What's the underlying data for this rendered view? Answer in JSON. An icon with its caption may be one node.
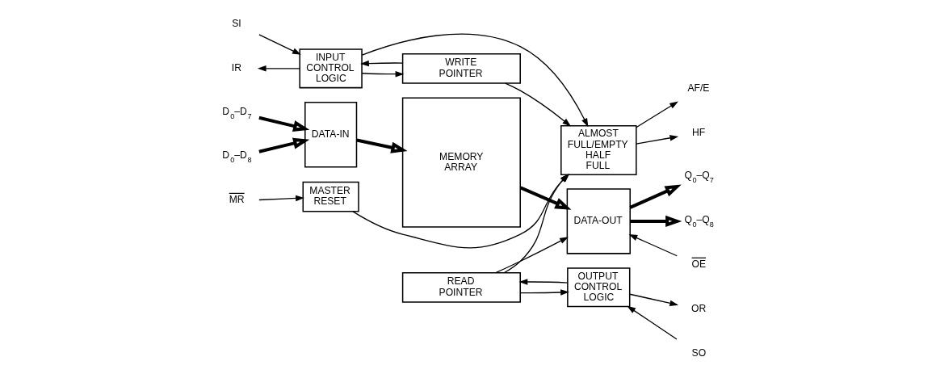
{
  "diagram": {
    "nodes": [
      {
        "text": [
          "SI"
        ]
      },
      {
        "text": [
          "IR"
        ]
      },
      {
        "text": [
          "INPUT CONTROL LOGIC"
        ]
      },
      {
        "text": [
          "D$_{0}$–D$_{7}$"
        ]
      },
      {
        "text": [
          "D$_{0}$–D$_{8}$"
        ]
      },
      {
        "text": [
          "DATA-IN"
        ]
      },
      {
        "text": [
          "MR"
        ]
      },
      {
        "text": [
          "MASTER RESET"
        ]
      },
      {
        "text": [
          "WRITE POINTER"
        ]
      },
      {
        "text": [
          "MEMORY ARRAY"
        ]
      },
      {
        "text": [
          "READ POINTER"
        ]
      },
      {
        "text": [
          "ALMOST FULL/EMPTY",
          "HALF FULL"
        ]
      },
      {
        "text": [
          "DATA-OUT"
        ]
      },
      {
        "text": [
          "OUTPUT CONTROL LOGIC"
        ]
      },
      {
        "text": [
          "AF/E"
        ]
      },
      {
        "text": [
          "HF"
        ]
      },
      {
        "text": [
          "Q$_{0}$–Q$_{7}$"
        ]
      },
      {
        "text": [
          "Q$_{0}$–Q$_{8}$"
        ]
      },
      {
        "text": [
          "OE"
        ]
      },
      {
        "text": [
          "OR"
        ]
      },
      {
        "text": [
          "SO"
        ]
      }
    ],
    "edges": [
      {
        "from": 0,
        "to": 2,
        "arrow": "to"
      },
      {
        "from": 2,
        "to": 1,
        "arrow": "to"
      },
      {
        "from": 2,
        "to": 8,
        "arrow": "to"
      },
      {
        "from": 8,
        "to": 2,
        "arrow": "to"
      },
      {
        "from": 3,
        "to": 5,
        "arrow": "to",
        "style": "thick"
      },
      {
        "from": 4,
        "to": 5,
        "arrow": "to",
        "style": "thick"
      },
      {
        "from": 5,
        "to": 9,
        "arrow": "to",
        "style": "thick"
      },
      {
        "from": 6,
        "to": 7,
        "arrow": "to"
      },
      {
        "from": 8,
        "to": 11,
        "arrow": "to"
      },
      {
        "from": 10,
        "to": 11,
        "arrow": "to"
      },
      {
        "from": 2,
        "to": 11,
        "arrow": "to"
      },
      {
        "from": 7,
        "to": 11,
        "arrow": "to"
      },
      {
        "from": 9,
        "to": 12,
        "arrow": "to",
        "style": "thick"
      },
      {
        "from": 10,
        "to": 12,
        "arrow": "to"
      },
      {
        "from": 10,
        "to": 13,
        "arrow": "to"
      },
      {
        "from": 13,
        "to": 10,
        "arrow": "to"
      },
      {
        "from": 11,
        "to": 14,
        "arrow": "to"
      },
      {
        "from": 11,
        "to": 15,
        "arrow": "to"
      },
      {
        "from": 12,
        "to": 16,
        "arrow": "to",
        "style": "thick"
      },
      {
        "from": 12,
        "to": 17,
        "arrow": "to",
        "style": "thick"
      },
      {
        "from": 18,
        "to": 12,
        "arrow": "to"
      },
      {
        "from": 13,
        "to": 19,
        "arrow": "to"
      },
      {
        "from": 20,
        "to": 13,
        "arrow": "to"
      }
    ]
  }
}
